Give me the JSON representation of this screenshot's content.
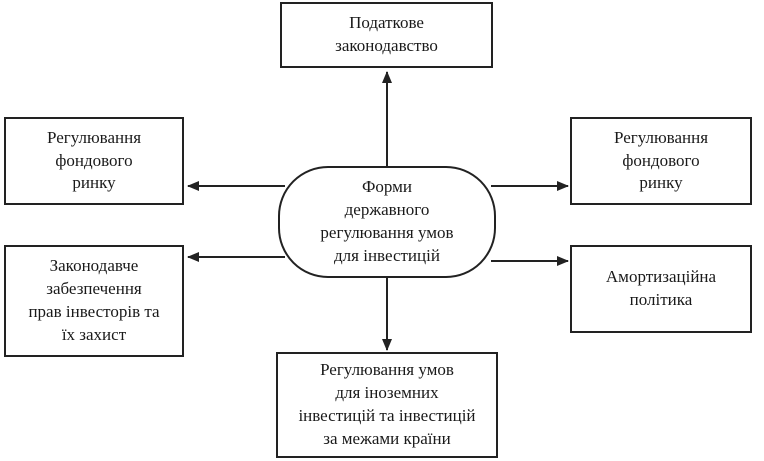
{
  "center": {
    "lines": [
      "Форми",
      "державного",
      "регулювання умов",
      "для інвестицій"
    ]
  },
  "top": {
    "lines": [
      "Податкове",
      "законодавство"
    ]
  },
  "left_upper": {
    "lines": [
      "Регулювання",
      "фондового",
      "ринку"
    ]
  },
  "right_upper": {
    "lines": [
      "Регулювання",
      "фондового",
      "ринку"
    ]
  },
  "left_lower": {
    "lines": [
      "Законодавче",
      "забезпечення",
      "прав інвесторів та",
      "їх захист"
    ]
  },
  "right_lower": {
    "lines": [
      "Амортизаційна",
      "політика"
    ]
  },
  "bottom": {
    "lines": [
      "Регулювання умов",
      "для іноземних",
      "інвестицій та інвестицій",
      "за межами країни"
    ]
  }
}
